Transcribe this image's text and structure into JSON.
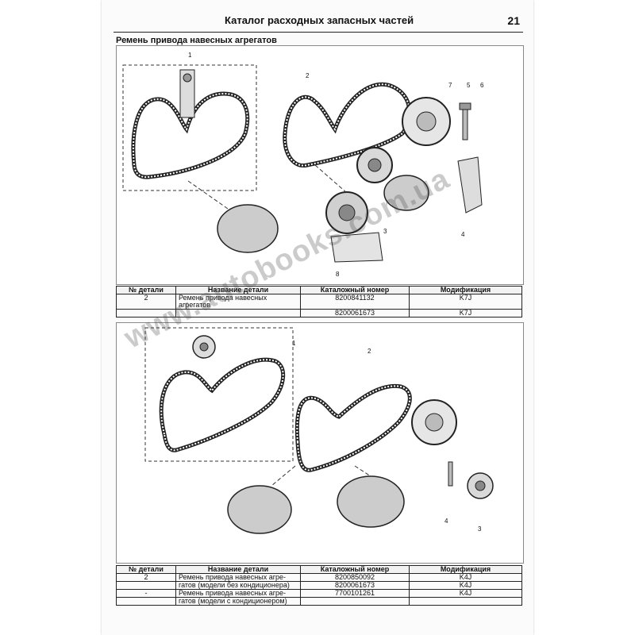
{
  "header": {
    "title": "Каталог расходных запасных частей",
    "page_number": "21"
  },
  "section": {
    "title": "Ремень привода навесных агрегатов"
  },
  "figure1": {
    "callouts": [
      "1",
      "2",
      "7",
      "5",
      "6",
      "3",
      "4",
      "8"
    ]
  },
  "figure2": {
    "callouts": [
      "1",
      "2",
      "4",
      "3"
    ]
  },
  "table_columns": {
    "part_no": "№ детали",
    "name": "Название детали",
    "catalog": "Каталожный номер",
    "modification": "Модификация"
  },
  "table1": {
    "rows": [
      {
        "part_no": "2",
        "name": "Ремень привода навесных агрегатов",
        "catalog": "8200841132",
        "modification": "K7J"
      },
      {
        "part_no": "",
        "name": "",
        "catalog": "8200061673",
        "modification": "K7J"
      }
    ]
  },
  "table2": {
    "rows": [
      {
        "part_no": "2",
        "name": "Ремень привода навесных агре-",
        "catalog": "8200850092",
        "modification": "K4J"
      },
      {
        "part_no": "",
        "name": "гатов (модели без кондиционера)",
        "catalog": "8200061673",
        "modification": "K4J"
      },
      {
        "part_no": "-",
        "name": "Ремень привода навесных агре-",
        "catalog": "7700101261",
        "modification": "K4J"
      },
      {
        "part_no": "",
        "name": "гатов (модели с кондиционером)",
        "catalog": "",
        "modification": ""
      }
    ]
  },
  "watermark": {
    "text": "www.autobooks.com.ua"
  }
}
